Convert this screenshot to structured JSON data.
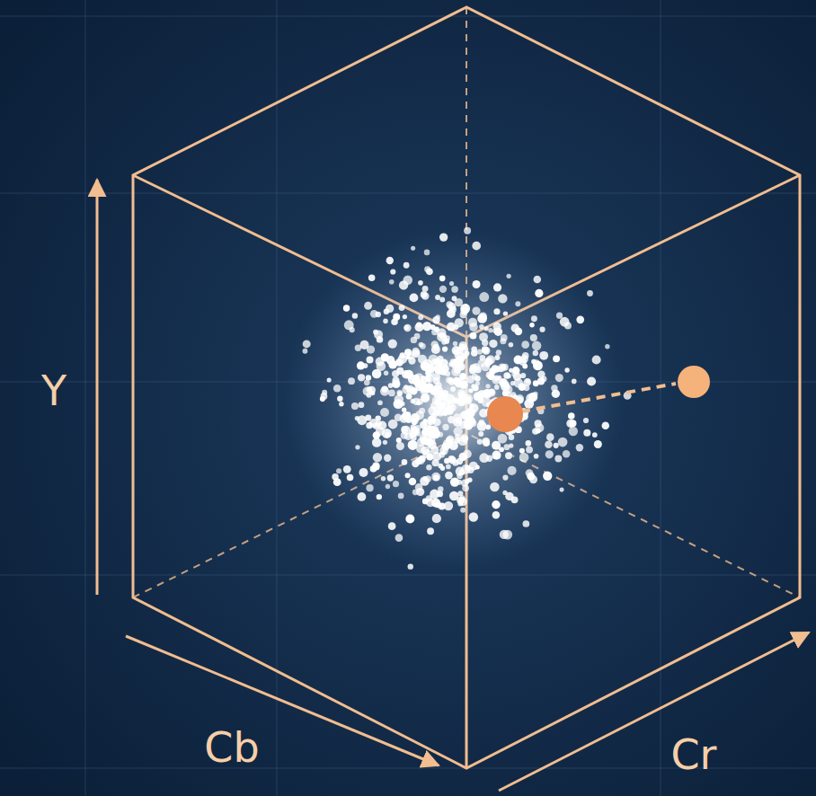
{
  "diagram": {
    "labels": [
      "Y",
      "Cb",
      "Cr"
    ]
  }
}
